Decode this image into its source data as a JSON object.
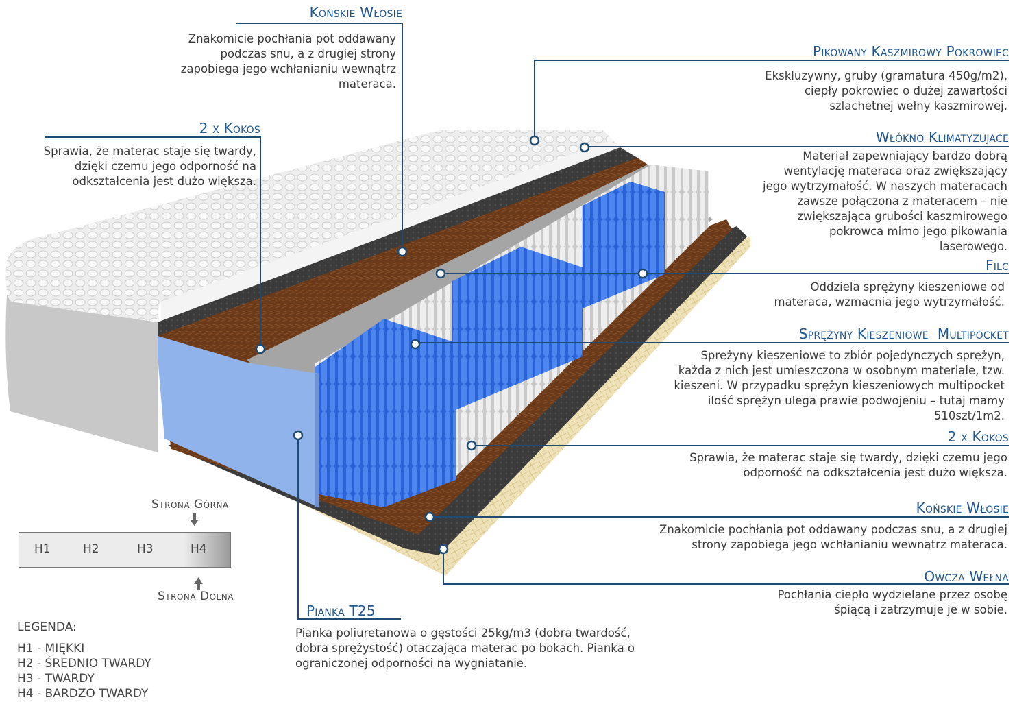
{
  "callouts": {
    "horsehair_top": {
      "title": "Końskie Włosie",
      "text": [
        "Znakomicie pochłania pot oddawany",
        "podczas snu, a z drugiej strony",
        "zapobiega jego wchłanianiu wewnątrz",
        "materaca."
      ]
    },
    "coconut_top": {
      "title": "2 x Kokos",
      "text": [
        "Sprawia, że materac staje się twardy,",
        "dzięki czemu jego odporność na",
        "odkształcenia jest dużo większa."
      ]
    },
    "cover": {
      "title": "Pikowany Kaszmirowy Pokrowiec",
      "text": [
        "Ekskluzywny, gruby (gramatura 450g/m2),",
        "ciepły pokrowiec o dużej zawartości",
        "szlachetnej wełny kaszmirowej."
      ]
    },
    "fiber": {
      "title": "Włókno Klimatyzujace",
      "text": [
        "Materiał zapewniający bardzo dobrą",
        "wentylację materaca oraz zwiększający",
        "jego wytrzymałość. W naszych materacach",
        "zawsze połączona z materacem – nie",
        "zwiększająca grubości kaszmirowego",
        "pokrowca mimo jego pikowania",
        "laserowego."
      ]
    },
    "felt": {
      "title": "Filc",
      "text": [
        "Oddziela sprężyny kieszeniowe od",
        "materaca, wzmacnia jego wytrzymałość."
      ]
    },
    "springs": {
      "title": "Sprężyny Kieszeniowe  Multipocket",
      "text": [
        "Sprężyny kieszeniowe to zbiór pojedynczych sprężyn,",
        "każda z nich jest umieszczona w osobnym materiale, tzw.",
        "kieszeni. W przypadku sprężyn kieszeniowych multipocket",
        "ilość sprężyn ulega prawie podwojeniu – tutaj mamy",
        "510szt/1m2."
      ]
    },
    "coconut_bottom": {
      "title": "2 x Kokos",
      "text": [
        "Sprawia, że materac staje się twardy, dzięki czemu jego",
        "odporność na odkształcenia jest dużo większa."
      ]
    },
    "horsehair_bottom": {
      "title": "Końskie Włosie",
      "text": [
        "Znakomicie pochłania pot oddawany podczas snu, a z drugiej",
        "strony zapobiega jego wchłanianiu wewnątrz materaca."
      ]
    },
    "wool": {
      "title": "Owcza Wełna",
      "text": [
        "Pochłania ciepło wydzielane przez osobę",
        "śpiącą i zatrzymuje je w sobie."
      ]
    },
    "foam": {
      "title": "Pianka T25",
      "text": [
        "Pianka poliuretanowa o gęstości 25kg/m3 (dobra twardość,",
        "dobra sprężystość) otaczająca materac po bokach. Pianka o",
        "ograniczonej odporności na wygniatanie."
      ]
    }
  },
  "hardness": {
    "top_label": "Strona Górna",
    "bottom_label": "Strona Dolna",
    "levels": [
      "H1",
      "H2",
      "H3",
      "H4"
    ],
    "selected_top": "H4",
    "selected_bottom": "H4",
    "legend_title": "LEGENDA:",
    "legend": [
      "H1 - MIĘKKI",
      "H2 - ŚREDNIO TWARDY",
      "H3 - TWARDY",
      "H4 - BARDZO TWARDY"
    ]
  },
  "colors": {
    "accent": "#1d5690",
    "line": "#1f4a72",
    "text": "#3a3a3a"
  }
}
